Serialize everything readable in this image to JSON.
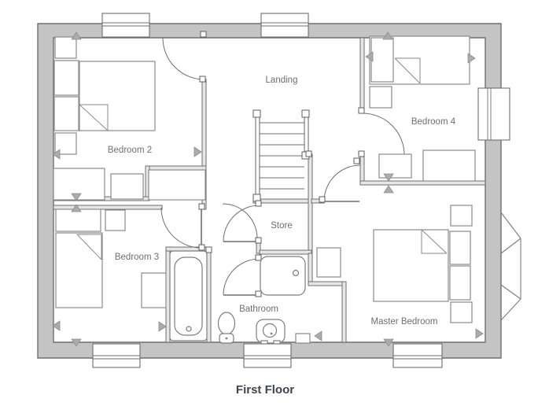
{
  "title": "First Floor",
  "rooms": {
    "landing": "Landing",
    "bedroom2": "Bedroom 2",
    "bedroom4": "Bedroom 4",
    "bedroom3": "Bedroom 3",
    "store": "Store",
    "bathroom": "Bathroom",
    "master": "Master Bedroom"
  },
  "colors": {
    "outer_wall_fill": "#c4c4c4",
    "wall_line": "#6f6f6f",
    "interior_wall_fill": "#e6e6e6",
    "label_text": "#6f6f6f",
    "title_text": "#3e4450",
    "marker_fill": "#ababab"
  },
  "fixtures": [
    "bath",
    "shower",
    "toilet",
    "sink",
    "staircase",
    "bay-window"
  ],
  "window_count": 6,
  "floor_plan_type": "architectural floor plan"
}
